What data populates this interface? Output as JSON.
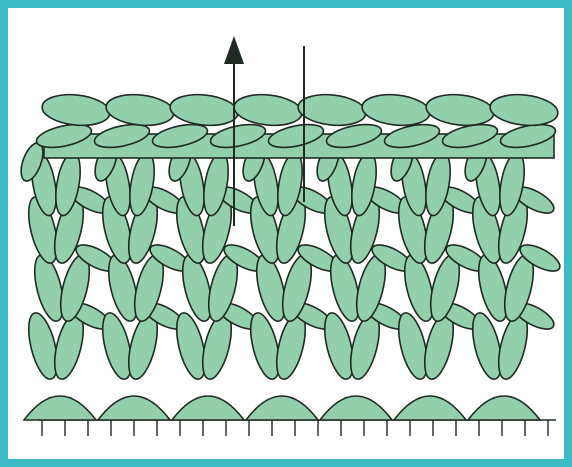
{
  "figure": {
    "kind": "knitted-fabric-stitch-illustration",
    "frame_color": "#3bbcc4",
    "background_color": "#ffffff",
    "stitch_fill_color": "#93cfac",
    "stitch_outline_color": "#1f2a24",
    "arrow_direction": "up",
    "stitch_row_count": 5
  }
}
